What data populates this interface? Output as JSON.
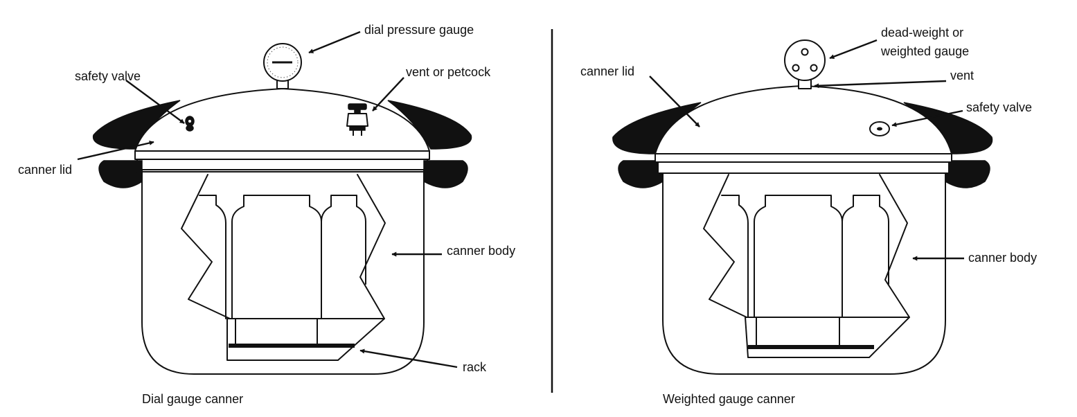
{
  "diagram": {
    "left": {
      "caption": "Dial gauge canner",
      "labels": {
        "gauge": "dial pressure gauge",
        "vent": "vent or petcock",
        "safety": "safety valve",
        "lid": "canner lid",
        "body": "canner body",
        "rack": "rack"
      }
    },
    "right": {
      "caption": "Weighted gauge canner",
      "labels": {
        "gauge_line1": "dead-weight or",
        "gauge_line2": "weighted gauge",
        "vent": "vent",
        "lid": "canner lid",
        "safety": "safety valve",
        "body": "canner body"
      }
    }
  }
}
